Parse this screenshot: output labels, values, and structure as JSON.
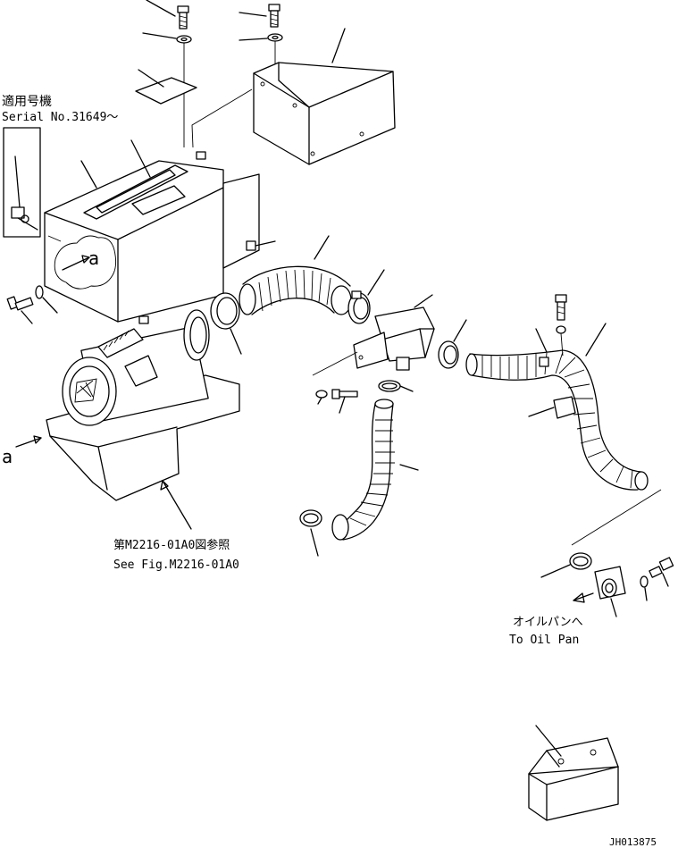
{
  "labels": {
    "serial_jp": "適用号機",
    "serial_en": "Serial No.31649～",
    "detail_marker_top": "a",
    "detail_marker_left": "a",
    "see_fig_jp": "第M2216-01A0図参照",
    "see_fig_en": "See Fig.M2216-01A0",
    "oil_pan_jp": "オイルパンへ",
    "oil_pan_en": "To Oil Pan",
    "drawing_number": "JH013875"
  }
}
